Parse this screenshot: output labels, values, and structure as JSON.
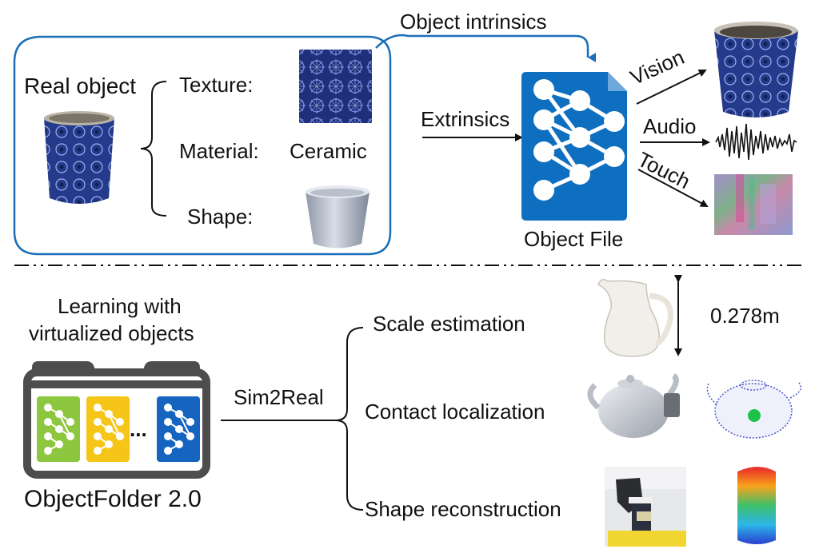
{
  "top": {
    "real_object_label": "Real object",
    "texture_label": "Texture:",
    "material_label": "Material:",
    "material_value": "Ceramic",
    "shape_label": "Shape:",
    "intrinsics_label": "Object intrinsics",
    "extrinsics_label": "Extrinsics",
    "object_file_label": "Object File",
    "outputs": [
      {
        "label": "Vision",
        "icon": "vision-render-image"
      },
      {
        "label": "Audio",
        "icon": "audio-waveform"
      },
      {
        "label": "Touch",
        "icon": "tactile-image"
      }
    ]
  },
  "bottom": {
    "learning_label_line1": "Learning with",
    "learning_label_line2": "virtualized objects",
    "folder_name": "ObjectFolder 2.0",
    "folder_ellipsis": "...",
    "sim2real_label": "Sim2Real",
    "tasks": [
      {
        "label": "Scale estimation",
        "icon": "pitcher-image"
      },
      {
        "label": "Contact localization",
        "icon": "teapot-image"
      },
      {
        "label": "Shape reconstruction",
        "icon": "robot-gripper-image"
      }
    ],
    "scale_value": "0.278m"
  },
  "colors": {
    "frame_blue": "#1a6fb8",
    "network_blue": "#0e6fc1",
    "folder_green": "#8dc63f",
    "folder_yellow": "#f5c518",
    "folder_blue": "#1565c0",
    "folder_gray": "#4d4d4d"
  }
}
